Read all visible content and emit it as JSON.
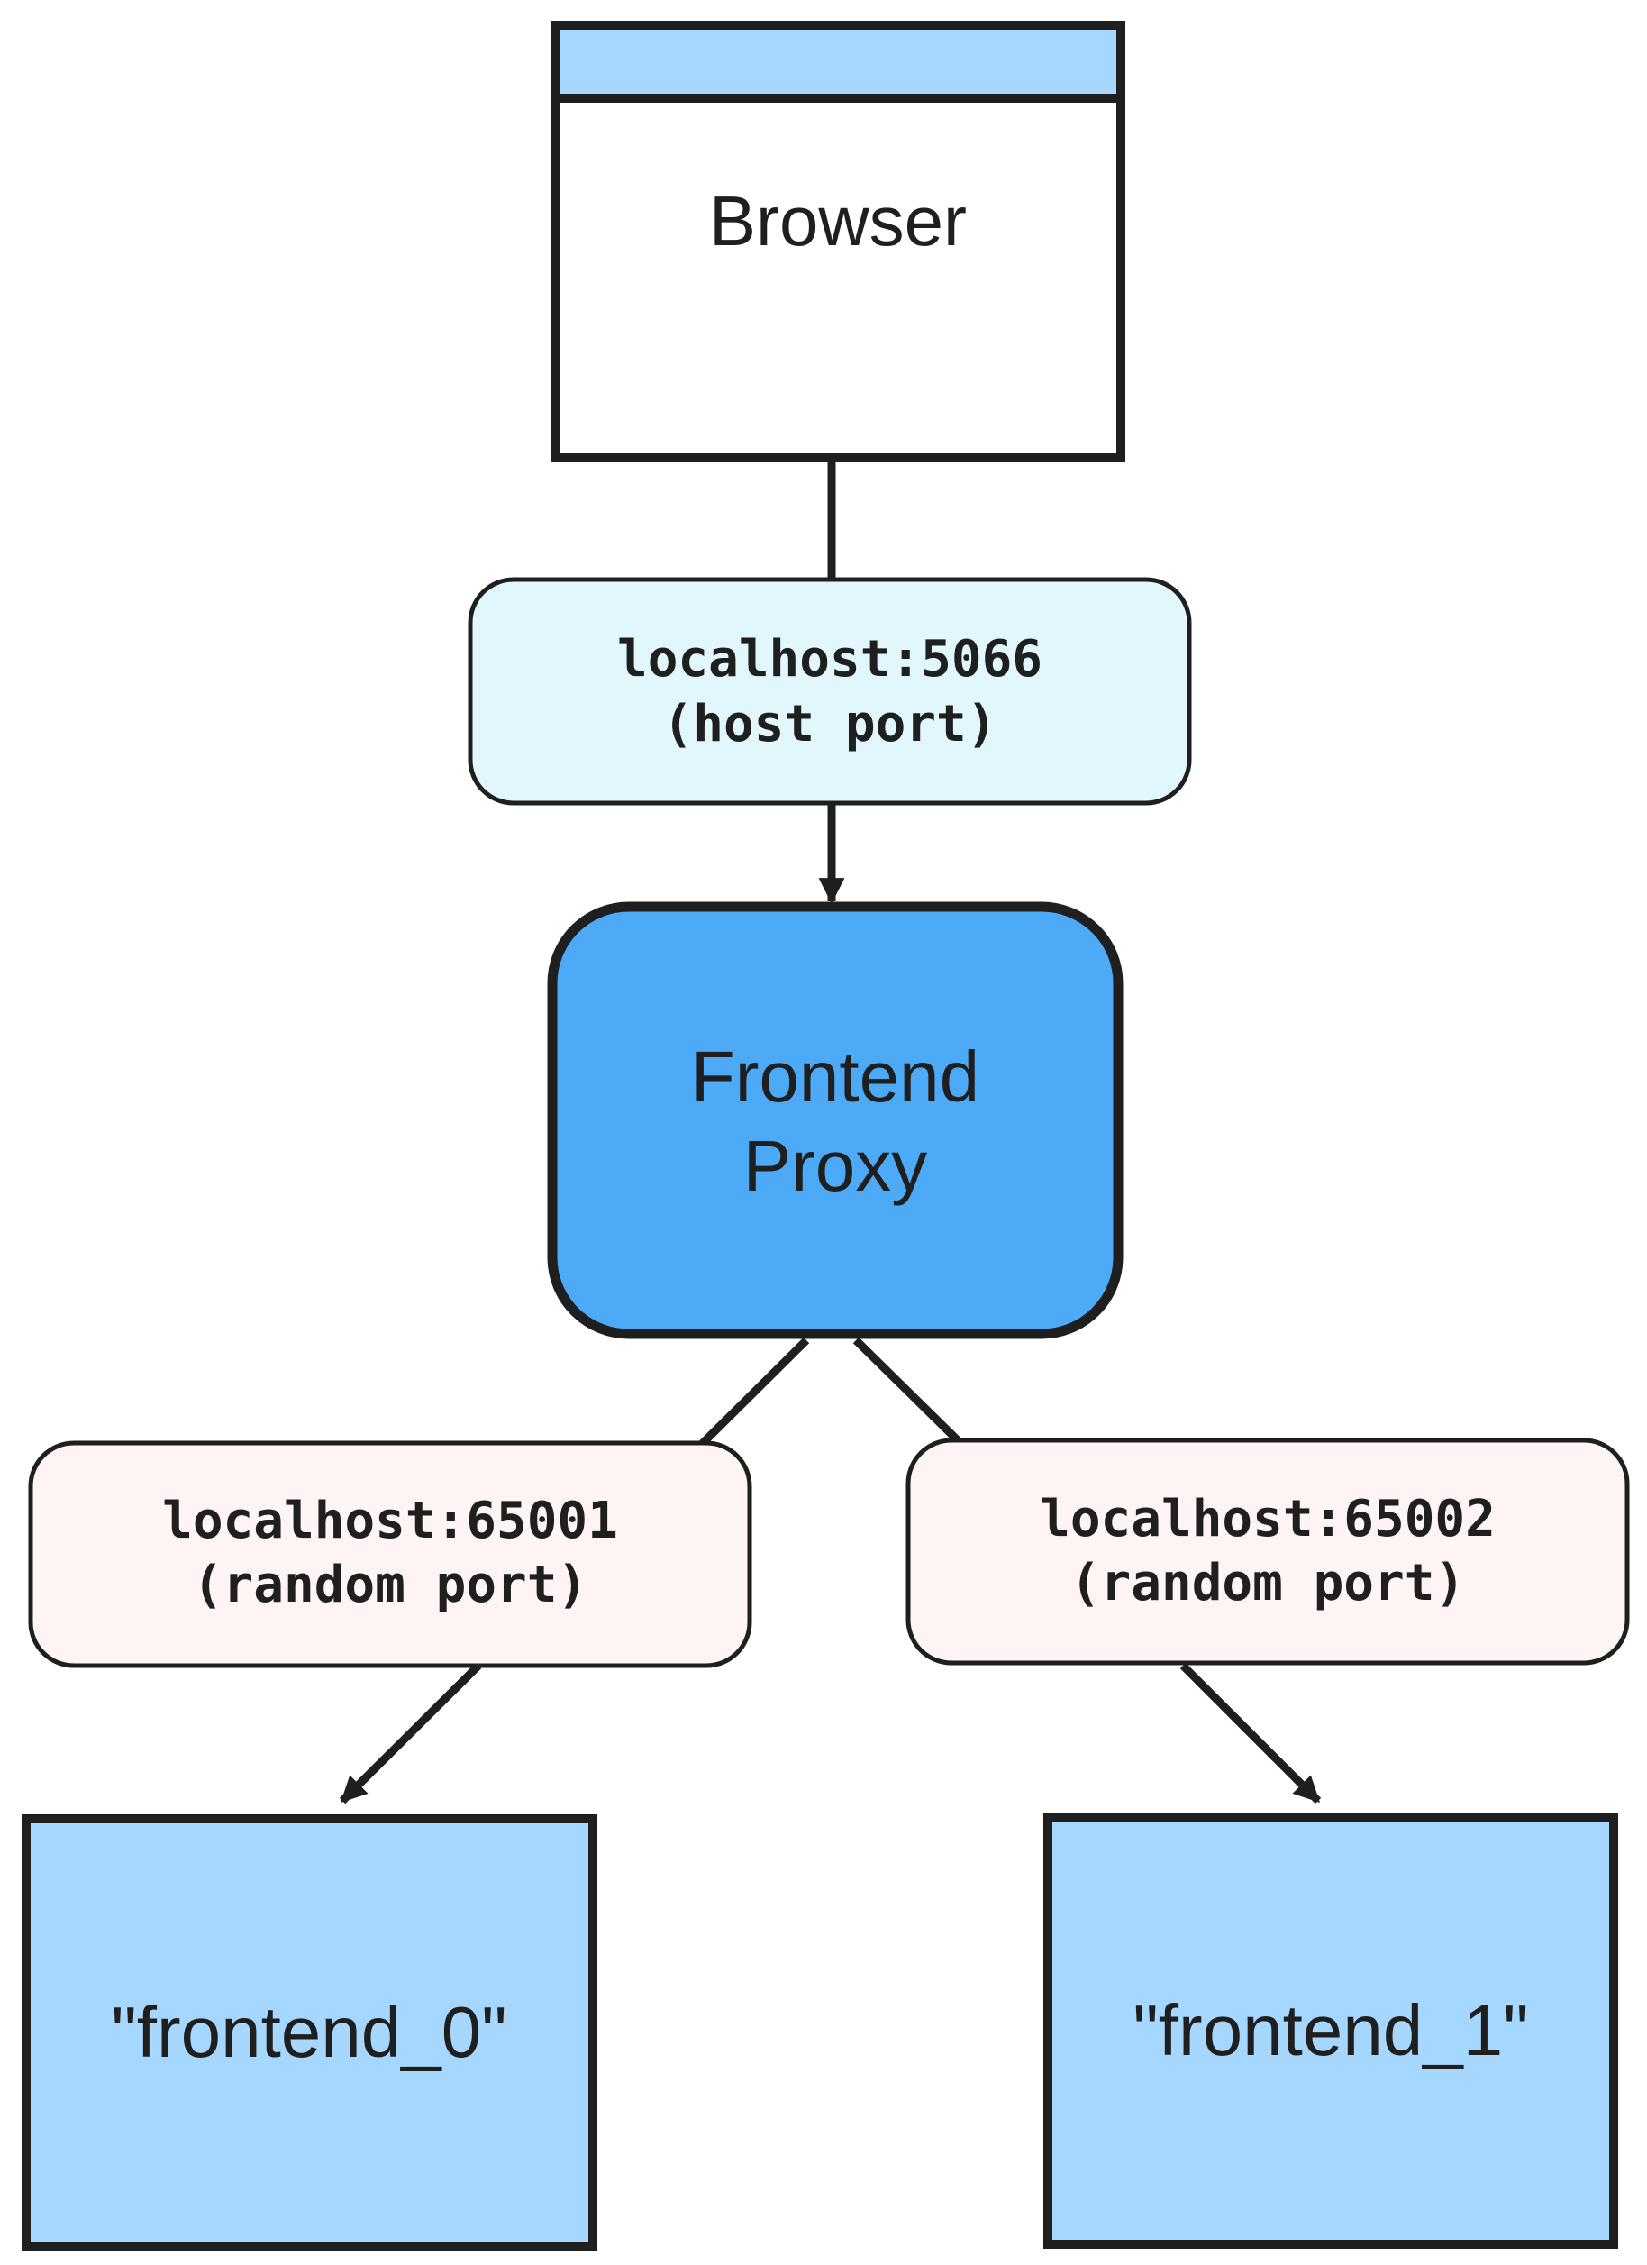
{
  "colors": {
    "stroke": "#1f1f1f",
    "browser_header": "#a6d8ff",
    "browser_body": "#ffffff",
    "proxy_fill": "#4daaf7",
    "host_port_fill": "#e1f7fb",
    "random_port_fill": "#fff4f4",
    "frontend_fill": "#a6d8ff"
  },
  "nodes": {
    "browser": {
      "label": "Browser",
      "icon": "browser-window-icon"
    },
    "host_port": {
      "line1": "localhost:5066",
      "line2": "(host port)"
    },
    "proxy": {
      "line1": "Frontend",
      "line2": "Proxy"
    },
    "port_a": {
      "line1": "localhost:65001",
      "line2": "(random port)"
    },
    "port_b": {
      "line1": "localhost:65002",
      "line2": "(random port)"
    },
    "frontend_0": {
      "label": "\"frontend_0\""
    },
    "frontend_1": {
      "label": "\"frontend_1\""
    }
  }
}
